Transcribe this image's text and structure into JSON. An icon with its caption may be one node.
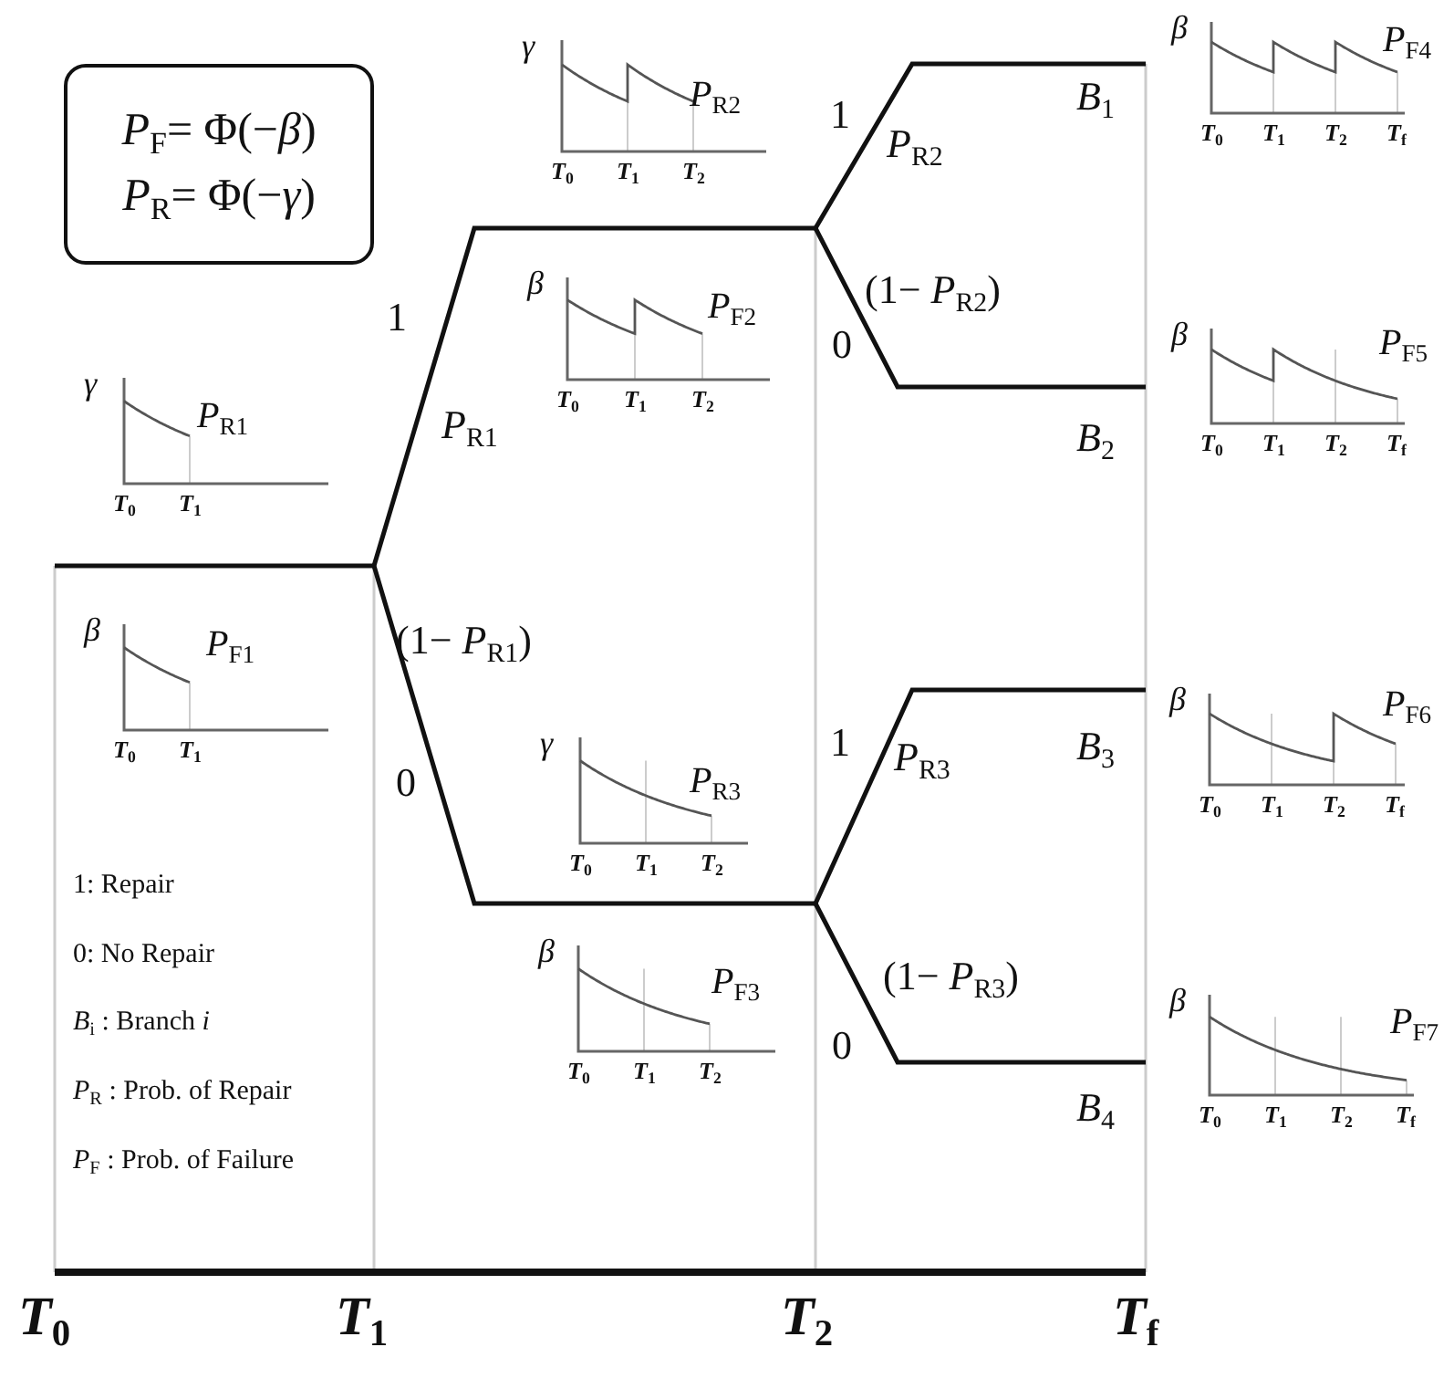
{
  "diagram": {
    "nodes": [
      {
        "text": [
          "*P*$_{F}$= Φ(−*β*)",
          "*P*$_{R}$= Φ(−*γ*)"
        ]
      },
      {
        "text": [
          "γ",
          "*P*$_{R1}$",
          "*T*$_{0}$",
          "*T*$_{1}$"
        ]
      },
      {
        "text": [
          "β",
          "*P*$_{F1}$",
          "*T*$_{0}$",
          "*T*$_{1}$"
        ]
      },
      {
        "text": [
          "γ",
          "*P*$_{R2}$",
          "*T*$_{0}$",
          "*T*$_{1}$",
          "*T*$_{2}$"
        ]
      },
      {
        "text": [
          "β",
          "*P*$_{F2}$",
          "*T*$_{0}$",
          "*T*$_{1}$",
          "*T*$_{2}$"
        ]
      },
      {
        "text": [
          "γ",
          "*P*$_{R3}$",
          "*T*$_{0}$",
          "*T*$_{1}$",
          "*T*$_{2}$"
        ]
      },
      {
        "text": [
          "β",
          "*P*$_{F3}$",
          "*T*$_{0}$",
          "*T*$_{1}$",
          "*T*$_{2}$"
        ]
      },
      {
        "text": [
          "β",
          "*P*$_{F4}$",
          "*T*$_{0}$",
          "*T*$_{1}$",
          "*T*$_{2}$",
          "*T*$_{f}$"
        ]
      },
      {
        "text": [
          "β",
          "*P*$_{F5}$",
          "*T*$_{0}$",
          "*T*$_{1}$",
          "*T*$_{2}$",
          "*T*$_{f}$"
        ]
      },
      {
        "text": [
          "β",
          "*P*$_{F6}$",
          "*T*$_{0}$",
          "*T*$_{1}$",
          "*T*$_{2}$",
          "*T*$_{f}$"
        ]
      },
      {
        "text": [
          "β",
          "*P*$_{F7}$",
          "*T*$_{0}$",
          "*T*$_{1}$",
          "*T*$_{2}$",
          "*T*$_{f}$"
        ]
      }
    ],
    "labels": [
      "1",
      "*P*$_{R1}$",
      "(1− *P*$_{R1}$)",
      "0",
      "1",
      "*P*$_{R2}$",
      "(1− *P*$_{R2}$)",
      "0",
      "*B*$_{1}$",
      "*B*$_{2}$",
      "1",
      "*P*$_{R3}$",
      "(1− *P*$_{R3}$)",
      "0",
      "*B*$_{3}$",
      "*B*$_{4}$",
      "1:  Repair",
      "0:  No Repair",
      "*B*$_{i}$ : Branch *i*",
      "*P*$_{R}$ : Prob. of Repair",
      "*P*$_{F}$ : Prob. of Failure",
      "*T*$_{0}$",
      "*T*$_{1}$",
      "*T*$_{2}$",
      "*T*$_{f}$"
    ]
  }
}
